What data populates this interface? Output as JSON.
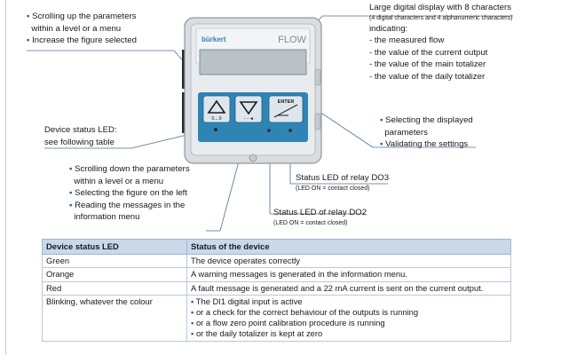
{
  "labels": {
    "scroll_up": {
      "lines": [
        "Scrolling up the parameters",
        "within a level or a menu",
        "Increase the figure selected"
      ]
    },
    "display": {
      "title": "Large digital display with 8 characters",
      "note": "(4 digital characters and 4 alphanumeric characters)",
      "indicating": "indicating:",
      "items": [
        "the measured flow",
        "the value of the current output",
        "the value of the main totalizer",
        "the value of the daily totalizer"
      ]
    },
    "status_led": {
      "lines": [
        "Device status LED:",
        "see following table"
      ]
    },
    "select": {
      "lines": [
        "Selecting the displayed",
        "parameters",
        "Validating the settings"
      ]
    },
    "scroll_down": {
      "lines": [
        "Scrolling down the parameters",
        "within a level or a menu",
        "Selecting the figure on the left",
        "Reading the messages in the",
        "information menu"
      ]
    },
    "relay_do3": {
      "title": "Status LED of relay DO3",
      "note": "(LED ON = contact closed)"
    },
    "relay_do2": {
      "title": "Status LED of relay DO2",
      "note": "(LED ON = contact closed)"
    }
  },
  "device": {
    "brand": "bürkert",
    "model": "FLOW",
    "key_up_caption": "0....9",
    "key_down_caption": "····◄",
    "key_enter_label": "ENTER",
    "colors": {
      "body": "#d9dde1",
      "panel": "#2f84b4",
      "lcd": "#b9c2c8",
      "gland": "#2a2a2a"
    }
  },
  "table": {
    "headers": [
      "Device status LED",
      "Status of the device"
    ],
    "rows": [
      {
        "led": "Green",
        "status": [
          "The device operates correctly"
        ]
      },
      {
        "led": "Orange",
        "status": [
          "A warning messages is generated in the information menu."
        ]
      },
      {
        "led": "Red",
        "status": [
          "A fault message is generated and a 22 mA current is sent on the current output."
        ]
      },
      {
        "led": "Blinking, whatever the colour",
        "status": [
          "The DI1 digital input is active",
          "or a check for the correct behaviour of the outputs is running",
          "or a flow zero point calibration procedure is running",
          "or the daily totalizer is kept at zero"
        ]
      }
    ],
    "header_color": "#c9d9ea"
  }
}
